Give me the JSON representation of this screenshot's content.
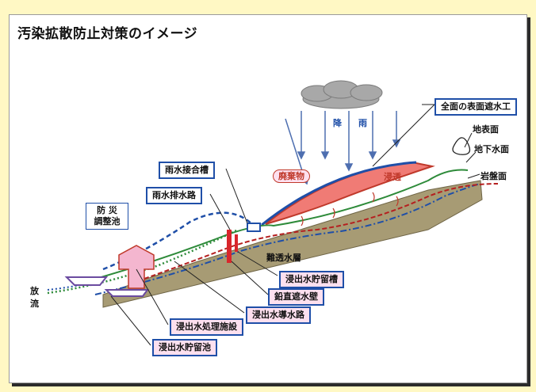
{
  "title": "汚染拡散防止対策のイメージ",
  "labels": {
    "zenmen": "全面の表面遮水工",
    "kou": "降",
    "u": "雨",
    "chihyou": "地表面",
    "chika": "地下水面",
    "ganban": "岩盤面",
    "shintou": "浸透",
    "haikibutsu": "廃棄物",
    "usui_setsugou": "雨水接合槽",
    "usui_haisui": "雨水排水路",
    "bousai": "防 災",
    "chouseichi": "調整池",
    "nantou": "難透水層",
    "houryu_1": "放",
    "houryu_2": "流",
    "shinshutsu_chozou": "浸出水貯留槽",
    "enchoku": "鉛直遮水壁",
    "shinshutsu_dousui": "浸出水導水路",
    "shinshutsu_shori": "浸出水処理施設",
    "shinshutsu_chozouchi": "浸出水貯留池"
  }
}
